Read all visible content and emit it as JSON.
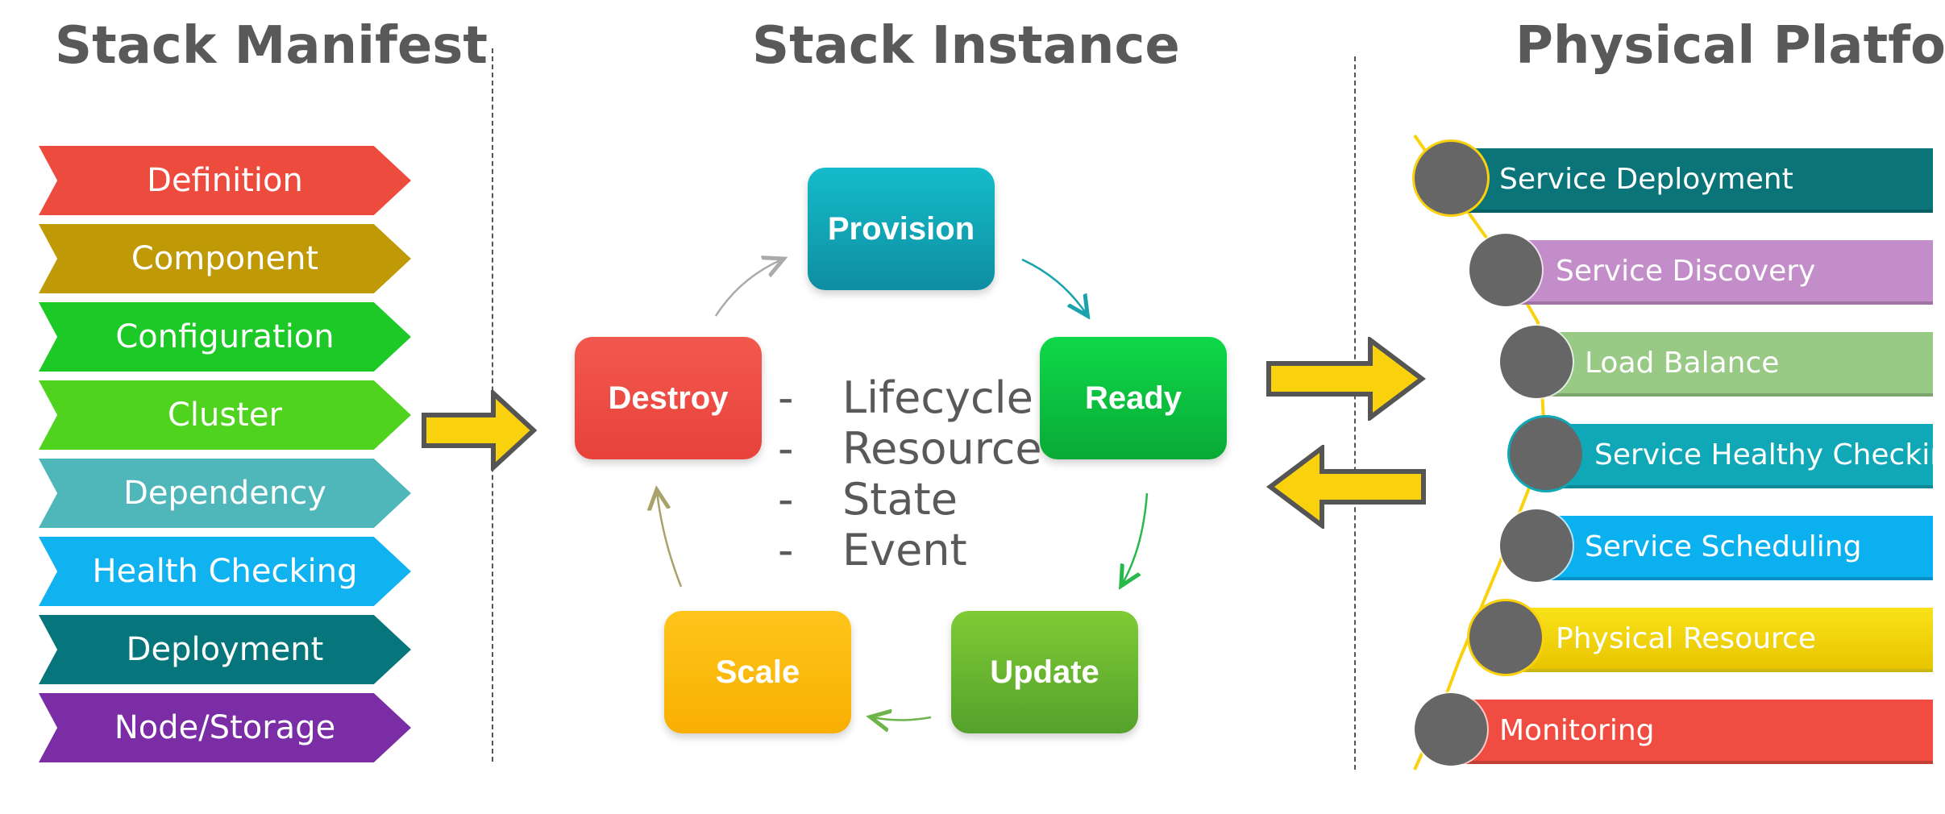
{
  "headings": {
    "manifest": "Stack Manifest",
    "instance": "Stack Instance",
    "platform": "Physical Platform"
  },
  "manifest_items": [
    {
      "label": "Definition",
      "color": "#EE4B3F"
    },
    {
      "label": "Component",
      "color": "#BF9A06"
    },
    {
      "label": "Configuration",
      "color": "#1CC927"
    },
    {
      "label": "Cluster",
      "color": "#4FD31F"
    },
    {
      "label": "Dependency",
      "color": "#4FB6BA"
    },
    {
      "label": "Health Checking",
      "color": "#11B2F0"
    },
    {
      "label": "Deployment",
      "color": "#07757C"
    },
    {
      "label": "Node/Storage",
      "color": "#7A2DA4"
    }
  ],
  "lifecycle": {
    "provision": "Provision",
    "ready": "Ready",
    "update": "Update",
    "scale": "Scale",
    "destroy": "Destroy",
    "attributes": [
      "Lifecycle",
      "Resource",
      "State",
      "Event"
    ],
    "colors": {
      "provision": "#10A8B8",
      "ready": "#0BC63E",
      "update": "#6BB931",
      "scale": "#FBBB03",
      "destroy": "#EF4C44"
    }
  },
  "platform_items": [
    {
      "label": "Service Deployment",
      "color": "#0A7479"
    },
    {
      "label": "Service Discovery",
      "color": "#C28DC8"
    },
    {
      "label": "Load Balance",
      "color": "#98C985"
    },
    {
      "label": "Service Healthy Checking",
      "color": "#10A7B7"
    },
    {
      "label": "Service Scheduling",
      "color": "#0BB0EF"
    },
    {
      "label": "Physical Resource",
      "color": "#F3D806"
    },
    {
      "label": "Monitoring",
      "color": "#F04C41"
    }
  ],
  "accent": "#F9D10D"
}
